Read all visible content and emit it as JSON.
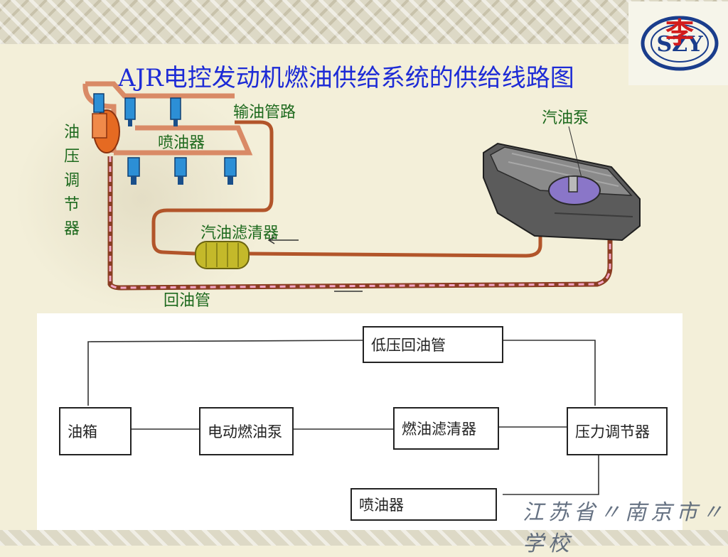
{
  "title": "AJR电控发动机燃油供给系统的供给线路图",
  "logo": {
    "text": "SZY",
    "glyph": "李"
  },
  "diagram_labels": {
    "fuel_line": "输油管路",
    "pump": "汽油泵",
    "injector": "喷油器",
    "regulator": "油压调节器",
    "filter": "汽油滤清器",
    "return_line": "回油管"
  },
  "flowchart": {
    "low_pressure_return": "低压回油管",
    "tank": "油箱",
    "electric_pump": "电动燃油泵",
    "fuel_filter": "燃油滤清器",
    "pressure_regulator": "压力调节器",
    "injector": "喷油器"
  },
  "signature_text": "江苏省〃南京市〃学校",
  "colors": {
    "title": "#1d2bd6",
    "label": "#1e6a1e",
    "pipe": "#b2552a",
    "return_pipe_dash": "#e07aa8",
    "injector": "#2c8fd6",
    "filter": "#c4b92a",
    "tank": "#3b3b3b",
    "regulator": "#e56a22"
  }
}
